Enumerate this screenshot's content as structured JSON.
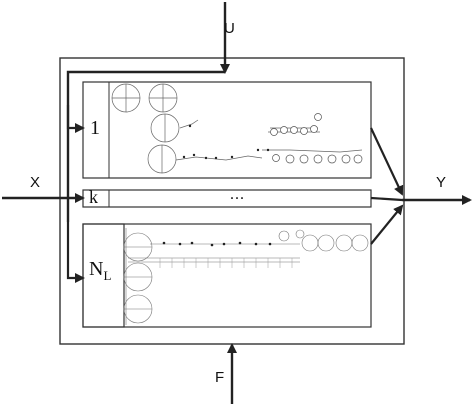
{
  "inputs": {
    "u_label": "U",
    "x_label": "X",
    "f_label": "F"
  },
  "outputs": {
    "y_label": "Y"
  },
  "rows": {
    "first_label": "1",
    "middle_label": "k",
    "middle_ellipsis": "...",
    "last_label_main": "N",
    "last_label_sub": "L"
  }
}
